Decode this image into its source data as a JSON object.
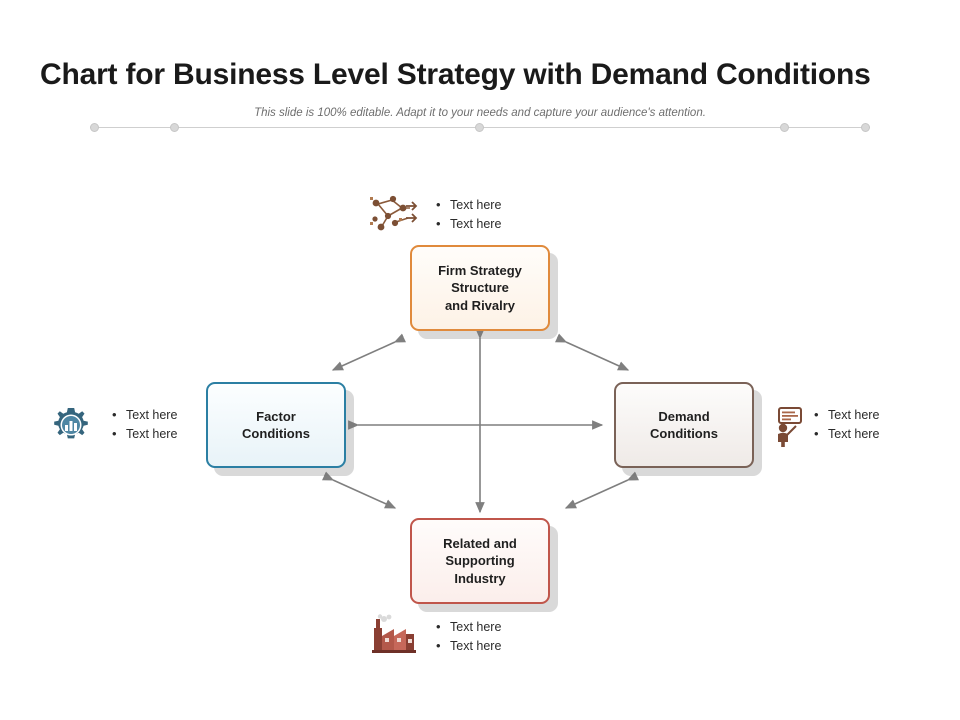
{
  "slide": {
    "title": "Chart for Business Level Strategy with Demand Conditions",
    "subtitle": "This slide is 100% editable. Adapt it to your needs and capture your audience's attention."
  },
  "colors": {
    "firm_border": "#e08a3c",
    "factor_border": "#2b7fa3",
    "demand_border": "#7a6257",
    "related_border": "#c0564b",
    "arrow": "#7f7f7f",
    "title_text": "#1a1a1a",
    "subtitle_text": "#6e6e6e"
  },
  "nodes": {
    "firm": {
      "label": "Firm Strategy\nStructure\nand Rivalry",
      "line1": "Firm Strategy",
      "line2": "Structure",
      "line3": "and Rivalry",
      "icon": "network-nodes-icon",
      "bullets": [
        "Text here",
        "Text here"
      ]
    },
    "factor": {
      "line1": "Factor",
      "line2": "Conditions",
      "icon": "gear-chart-icon",
      "bullets": [
        "Text here",
        "Text here"
      ]
    },
    "demand": {
      "line1": "Demand",
      "line2": "Conditions",
      "icon": "person-presentation-icon",
      "bullets": [
        "Text here",
        "Text here"
      ]
    },
    "related": {
      "line1": "Related and",
      "line2": "Supporting Industry",
      "icon": "factory-icon",
      "bullets": [
        "Text here",
        "Text here"
      ]
    }
  }
}
